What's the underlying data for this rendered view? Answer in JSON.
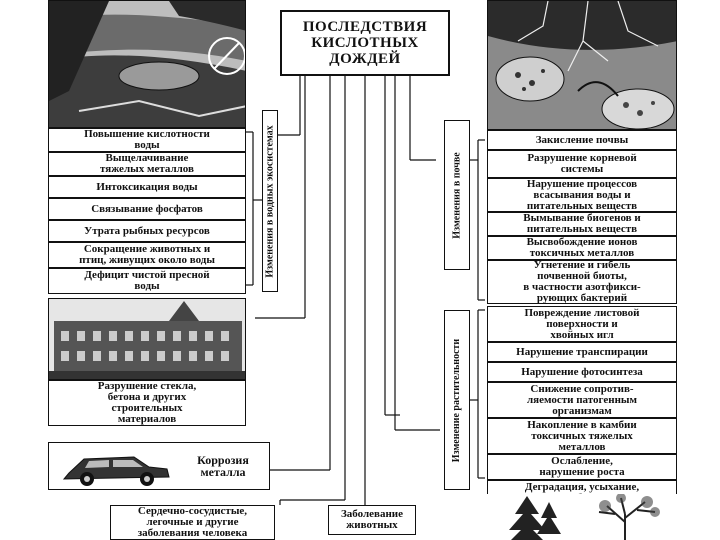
{
  "title": "ПОСЛЕДСТВИЯ\nКИСЛОТНЫХ\nДОЖДЕЙ",
  "categories": {
    "water": "Изменения в водных экосистемах",
    "soil": "Изменения в почве",
    "plants": "Изменение растительности"
  },
  "water_effects": [
    "Повышение кислотности\nводы",
    "Выщелачивание\nтяжелых металлов",
    "Интоксикация воды",
    "Связывание фосфатов",
    "Утрата рыбных ресурсов",
    "Сокращение животных и\nптиц, живущих около воды",
    "Дефицит чистой пресной\nводы"
  ],
  "soil_effects": [
    "Закисление почвы",
    "Разрушение корневой\nсистемы",
    "Нарушение процессов\nвсасывания воды и\nпитательных веществ",
    "Вымывание биогенов и\nпитательных веществ",
    "Высвобождение ионов\nтоксичных металлов",
    "Угнетение и гибель\nпочвенной биоты,\nв частности азотфикси-\nрующих бактерий"
  ],
  "plant_effects": [
    "Повреждение листовой\nповерхности и\nхвойных игл",
    "Нарушение транспирации",
    "Нарушение фотосинтеза",
    "Снижение сопротив-\nляемости патогенным\nорганизмам",
    "Накопление в камбии\nтоксичных тяжелых\nметаллов",
    "Ослабление,\nнарушение роста",
    "Деградация, усыхание,\nгибель"
  ],
  "materials": "Разрушение стекла,\nбетона и других\nстроительных\nматериалов",
  "corrosion": "Коррозия\nметалла",
  "human_disease": "Сердечно-сосудистые,\nлегочные и другие\nзаболевания человека",
  "animal_disease": "Заболевание\nживотных"
}
